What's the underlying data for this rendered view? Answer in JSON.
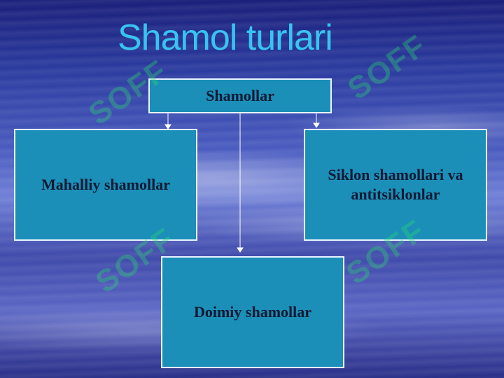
{
  "title": "Shamol turlari",
  "boxes": {
    "top": "Shamollar",
    "left": "Mahalliy shamollar",
    "right": "Siklon shamollari va antitsiklonlar",
    "bottom": "Doimiy shamollar"
  },
  "watermark": "SOFF",
  "colors": {
    "title": "#38c4f0",
    "box_fill": "#1b8fb8",
    "box_border": "#e8f4ff",
    "watermark": "#28dc6e"
  }
}
